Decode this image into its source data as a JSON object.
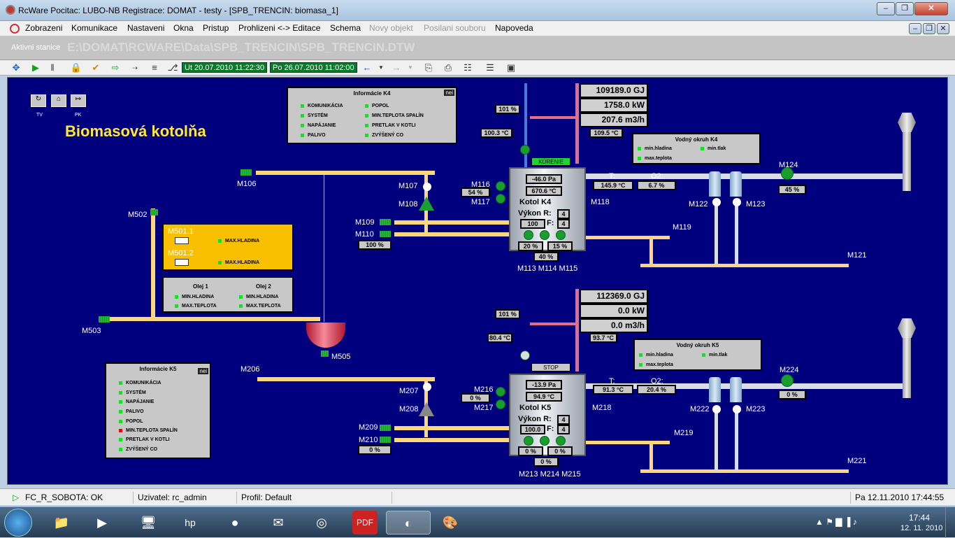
{
  "window": {
    "title": "RcWare Pocitac: LUBO-NB  Registrace: DOMAT - testy - [SPB_TRENCIN: biomasa_1]"
  },
  "menu": [
    "Zobrazeni",
    "Komunikace",
    "Nastaveni",
    "Okna",
    "Pristup",
    "Prohlizeni <-> Editace",
    "Schema",
    "Novy objekt",
    "Posilani souboru",
    "Napoveda"
  ],
  "menu_disabled": [
    "Novy objekt",
    "Posilani souboru"
  ],
  "station": {
    "label": "Aktivni stanice",
    "path": "E:\\DOMAT\\RCWARE\\Data\\SPB_TRENCIN\\SPB_TRENCIN.DTW"
  },
  "toolbar": {
    "date_from": "Ut 20.07.2010 11:22:30",
    "date_to": "Po 26.07.2010 11:02:00"
  },
  "scheme": {
    "title": "Biomasová kotolňa",
    "nav": {
      "tv": "TV",
      "pk": "PK"
    },
    "info_k4": {
      "title": "Informácie K4",
      "badge": "nei",
      "left": [
        "KOMUNIKÁCIA",
        "SYSTÉM",
        "NAPÁJANIE",
        "PALIVO"
      ],
      "right": [
        "POPOL",
        "MIN.TEPLOTA SPALÍN",
        "PRETLAK V KOTLI",
        "ZVÝŠENÝ CO"
      ]
    },
    "info_k5": {
      "title": "Informácie K5",
      "badge": "nei",
      "items": [
        "KOMUNIKÁCIA",
        "SYSTÉM",
        "NAPÁJANIE",
        "PALIVO",
        "POPOL",
        "MIN.TEPLOTA SPALÍN",
        "PRETLAK V KOTLI",
        "ZVÝŠENÝ CO"
      ]
    },
    "tank": {
      "m5011": "M501.1",
      "m5012": "M501.2",
      "lvl1": "MAX.HLADINA",
      "lvl2": "MAX.HLADINA"
    },
    "oil": {
      "o1": "Olej 1",
      "o2": "Olej 2",
      "a": "MIN.HLADINA",
      "b": "MAX.TEPLOTA",
      "c": "MIN.HLADINA",
      "d": "MAX.TEPLOTA"
    },
    "water_k4": {
      "title": "Vodný okruh K4",
      "a": "min.hladina",
      "b": "min.tlak",
      "c": "max.teplota"
    },
    "water_k5": {
      "title": "Vodný okruh K5",
      "a": "min.hladina",
      "b": "min.tlak",
      "c": "max.teplota"
    },
    "k4": {
      "energy": "109189.0 GJ",
      "power": "1758.0 kW",
      "flow": "207.6 m3/h",
      "valve": "101 %",
      "t_ret": "100.3 °C",
      "t_sup": "109.5 °C",
      "cmd": "KÚRENIE",
      "pressure": "-46.0 Pa",
      "temp": "670.6 °C",
      "name": "Kotol K4",
      "vykon_lbl": "Výkon R:",
      "r": "4",
      "f_lbl": "F:",
      "f": "4",
      "v100": "100",
      "m116v": "54 %",
      "m113v": "20 %",
      "m115v": "15 %",
      "m114v": "40 %",
      "m110v": "100 %",
      "t_lbl": "T:",
      "t": "145.9 °C",
      "o2_lbl": "O2:",
      "o2": "6.7 %",
      "m124v": "45 %"
    },
    "k5": {
      "energy": "112369.0 GJ",
      "power": "0.0 kW",
      "flow": "0.0 m3/h",
      "valve": "101 %",
      "t_ret": "80.4 °C",
      "t_sup": "93.7 °C",
      "cmd": "STOP",
      "pressure": "-13.9 Pa",
      "temp": "94.9 °C",
      "name": "Kotol K5",
      "vykon_lbl": "Výkon R:",
      "r": "4",
      "f_lbl": "F:",
      "f": "4",
      "v100": "100.0",
      "m216v": "0 %",
      "m213v": "0 %",
      "m215v": "0 %",
      "m214v": "0 %",
      "m210v": "0 %",
      "t_lbl": "T:",
      "t": "91.3 °C",
      "o2_lbl": "O2:",
      "o2": "20.4 %",
      "m224v": "0 %"
    },
    "labels": {
      "M106": "M106",
      "M107": "M107",
      "M108": "M108",
      "M109": "M109",
      "M110": "M110",
      "M116": "M116",
      "M117": "M117",
      "M118": "M118",
      "M119": "M119",
      "M121": "M121",
      "M122": "M122",
      "M123": "M123",
      "M124": "M124",
      "M113": "M113 M114 M115",
      "M502": "M502",
      "M503": "M503",
      "M505": "M505",
      "M206": "M206",
      "M207": "M207",
      "M208": "M208",
      "M209": "M209",
      "M210": "M210",
      "M216": "M216",
      "M217": "M217",
      "M218": "M218",
      "M219": "M219",
      "M221": "M221",
      "M222": "M222",
      "M223": "M223",
      "M224": "M224",
      "M213": "M213 M214 M215"
    }
  },
  "status": {
    "conn": "FC_R_SOBOTA: OK",
    "user": "Uzivatel: rc_admin",
    "profile": "Profil: Default",
    "datetime": "Pa 12.11.2010 17:44:55"
  },
  "taskbar": {
    "time": "17:44",
    "date": "12. 11. 2010"
  }
}
